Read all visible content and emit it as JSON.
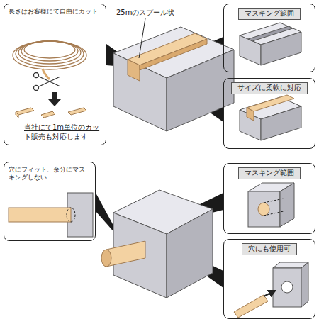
{
  "diagram": {
    "nodes": [
      {
        "text": [
          "長さはお客様にて自由にカット",
          "当社にて1m単位のカット販売も対応します"
        ]
      },
      {
        "text": [
          "マスキング範囲"
        ]
      },
      {
        "text": [
          "サイズに柔軟に対応"
        ]
      },
      {
        "text": [
          "穴にフィット、余分にマスキングしない"
        ]
      },
      {
        "text": [
          "マスキング範囲"
        ]
      },
      {
        "text": [
          "穴にも使用可"
        ]
      }
    ],
    "labels": [
      "25mのスプール状"
    ]
  }
}
